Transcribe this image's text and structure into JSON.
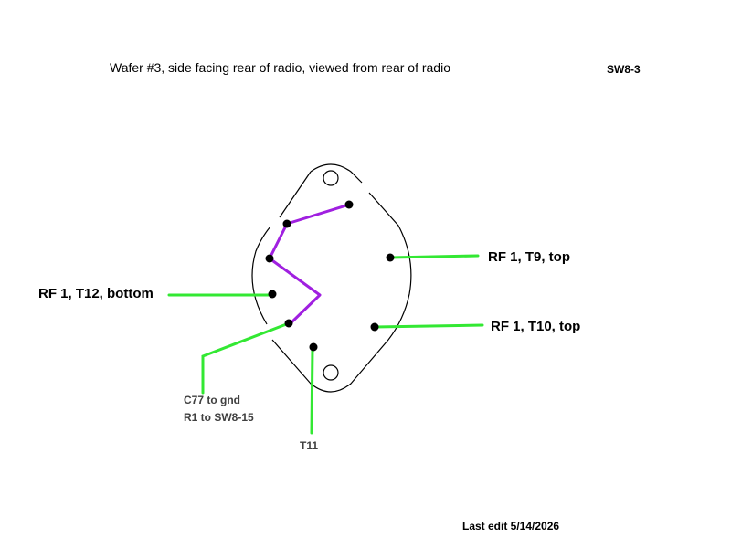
{
  "title": "Wafer #3, side facing rear of radio, viewed from rear of radio",
  "sheet_id": "SW8-3",
  "labels": {
    "t12": "RF 1, T12, bottom",
    "t9": "RF 1, T9, top",
    "t10": "RF 1, T10, top",
    "c77_line1": "C77 to gnd",
    "c77_line2": "R1 to SW8-15",
    "t11": "T11"
  },
  "footer": {
    "last_edit": "Last edit 5/14/2026"
  },
  "colors": {
    "lead_wire": "#33e833",
    "jumper_wire": "#a020e0",
    "outline": "#000000"
  }
}
